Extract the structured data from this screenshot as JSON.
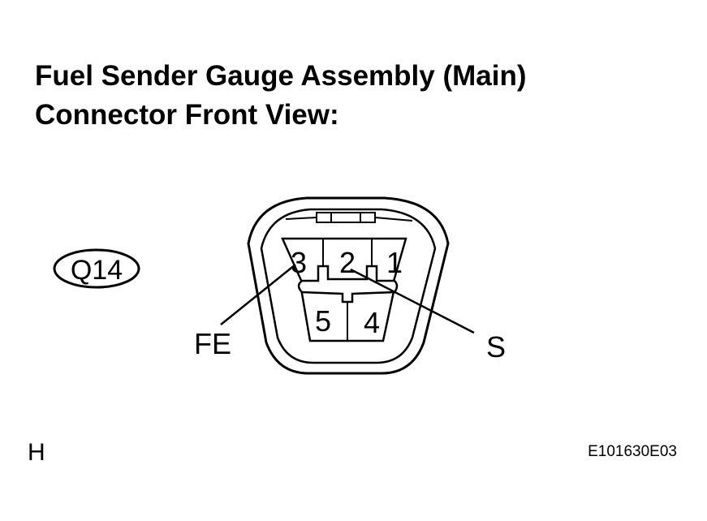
{
  "title": {
    "line1": "Fuel Sender Gauge Assembly (Main)",
    "line2": "Connector Front View:"
  },
  "connector": {
    "code": "Q14",
    "pins": {
      "pin1": "1",
      "pin2": "2",
      "pin3": "3",
      "pin4": "4",
      "pin5": "5"
    }
  },
  "callouts": {
    "fe": "FE",
    "s": "S"
  },
  "footer": {
    "left_code": "H",
    "figure_id": "E101630E03"
  }
}
